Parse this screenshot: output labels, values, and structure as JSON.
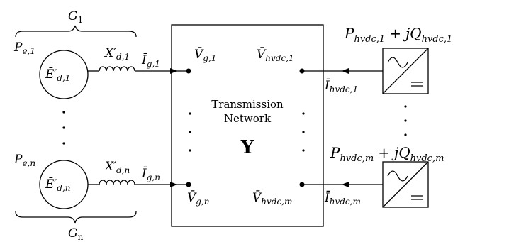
{
  "network": {
    "label_line1": "Transmission",
    "label_line2": "Network",
    "matrix": "Y"
  },
  "generators": [
    {
      "group": "G",
      "group_sub": "1",
      "power": "P",
      "power_sub": "e,1",
      "emf": "Ē′",
      "emf_sub": "d,1",
      "reactance": "X′",
      "reactance_sub": "d,1",
      "current": "Ī",
      "current_sub": "g,1",
      "voltage": "V̄",
      "voltage_sub": "g,1"
    },
    {
      "group": "G",
      "group_sub": "n",
      "power": "P",
      "power_sub": "e,n",
      "emf": "Ē′",
      "emf_sub": "d,n",
      "reactance": "X′",
      "reactance_sub": "d,n",
      "current": "Ī",
      "current_sub": "g,n",
      "voltage": "V̄",
      "voltage_sub": "g,n"
    }
  ],
  "hvdc": [
    {
      "power_p": "P",
      "power_p_sub": "hvdc,1",
      "plus": "+",
      "power_q": "jQ",
      "power_q_sub": "hvdc,1",
      "current": "Ī",
      "current_sub": "hvdc,1",
      "voltage": "V̄",
      "voltage_sub": "hvdc,1"
    },
    {
      "power_p": "P",
      "power_p_sub": "hvdc,m",
      "plus": "+",
      "power_q": "jQ",
      "power_q_sub": "hvdc,m",
      "current": "Ī",
      "current_sub": "hvdc,m",
      "voltage": "V̄",
      "voltage_sub": "hvdc,m"
    }
  ]
}
